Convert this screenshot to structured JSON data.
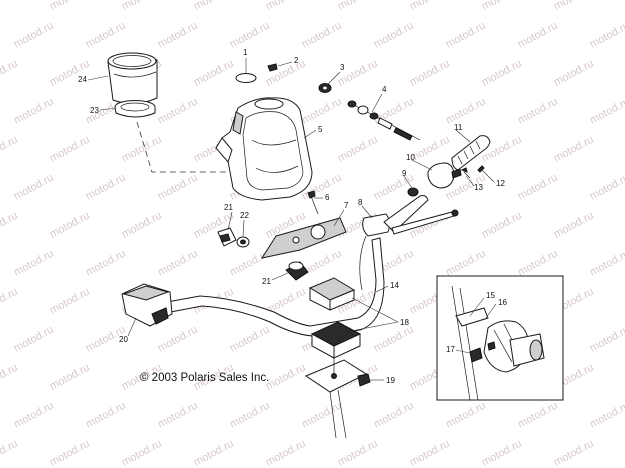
{
  "copyright": "© 2003 Polaris Sales Inc.",
  "watermark_text": "motod.ru",
  "colors": {
    "line": "#1a1a1a",
    "watermark": "#d9c7c7",
    "background": "#ffffff"
  },
  "callouts": {
    "c1": "1",
    "c2": "2",
    "c3": "3",
    "c4": "4",
    "c5": "5",
    "c6": "6",
    "c7": "7",
    "c8": "8",
    "c9": "9",
    "c10": "10",
    "c11": "11",
    "c12": "12",
    "c13": "13",
    "c14": "14",
    "c15": "15",
    "c16": "16",
    "c17": "17",
    "c18": "18",
    "c19": "19",
    "c20": "20",
    "c21a": "21",
    "c21b": "21",
    "c22": "22",
    "c23": "23",
    "c24": "24"
  }
}
